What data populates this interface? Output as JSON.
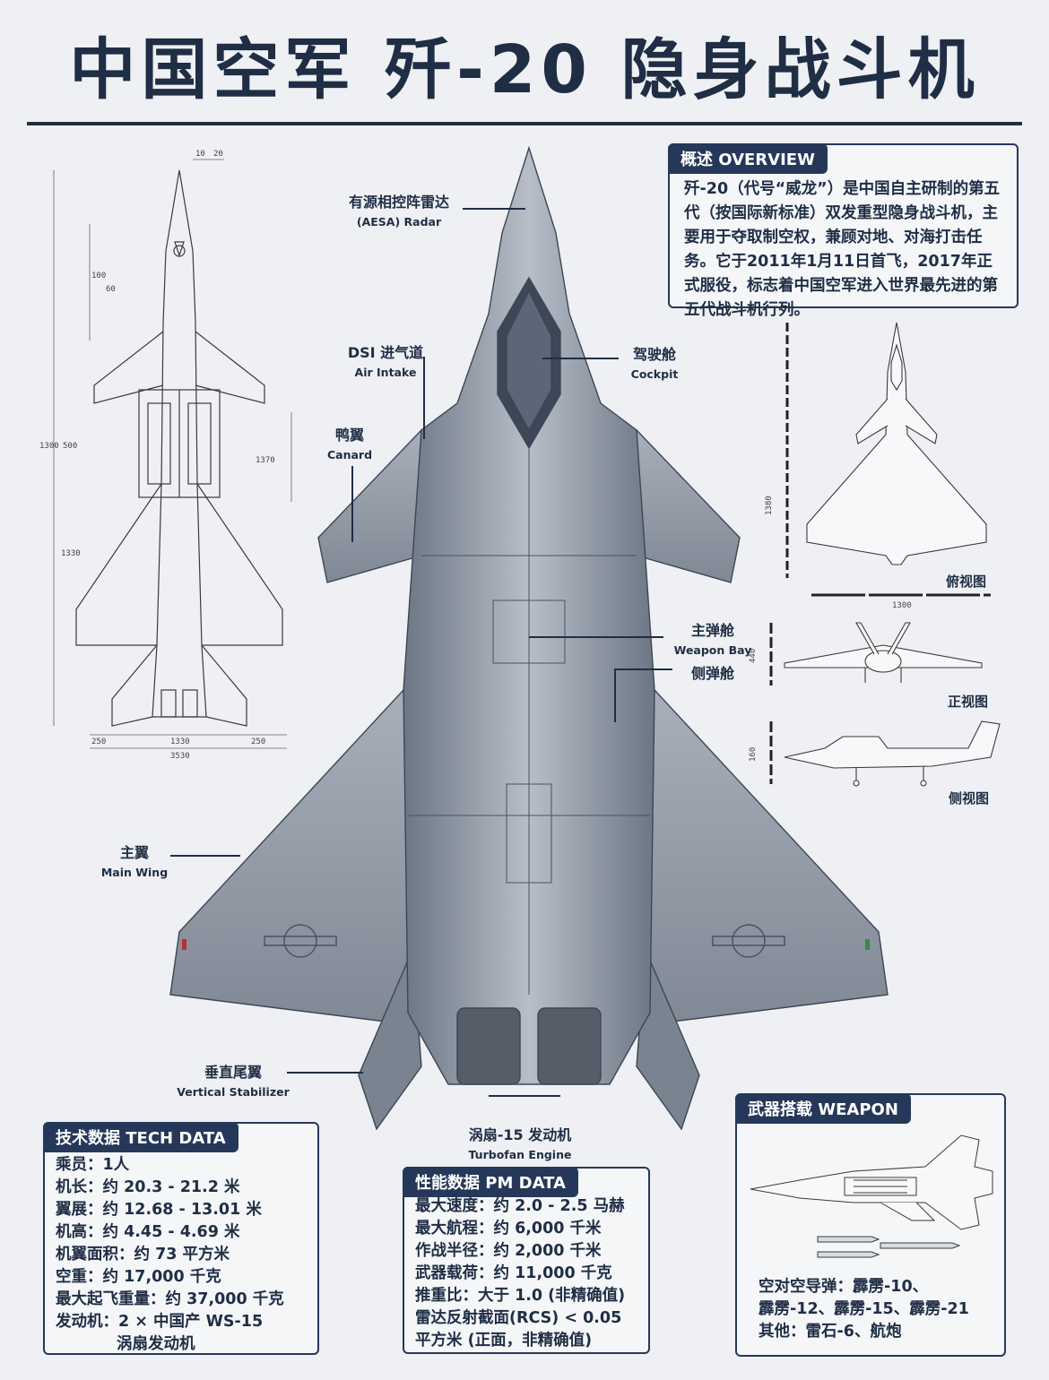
{
  "title": "中国空军 歼-20 隐身战斗机",
  "overview": {
    "header": "概述 OVERVIEW",
    "text": "歼-20（代号“威龙”）是中国自主研制的第五代（按国际新标准）双发重型隐身战斗机，主要用于夺取制空权，兼顾对地、对海打击任务。它于2011年1月11日首飞，2017年正式服役，标志着中国空军进入世界最先进的第五代战斗机行列。"
  },
  "callouts": {
    "radar": {
      "zh": "有源相控阵雷达",
      "en": "(AESA) Radar"
    },
    "intake": {
      "zh": "DSI 进气道",
      "en": "Air Intake"
    },
    "cockpit": {
      "zh": "驾驶舱",
      "en": "Cockpit"
    },
    "canard": {
      "zh": "鸭翼",
      "en": "Canard"
    },
    "weapon_bay": {
      "zh": "主弹舱",
      "en": "Weapon Bay"
    },
    "side_bay": {
      "zh": "侧弹舱"
    },
    "main_wing": {
      "zh": "主翼",
      "en": "Main Wing"
    },
    "stabilizer": {
      "zh": "垂直尾翼",
      "en": "Vertical Stabilizer"
    },
    "engine": {
      "zh": "涡扇-15 发动机",
      "en": "Turbofan Engine"
    }
  },
  "views": {
    "top": "俯视图",
    "front": "正视图",
    "side": "侧视图"
  },
  "blueprint_dims": {
    "nose": "10",
    "right_upper": "20",
    "left_upper": "100",
    "canard": "60",
    "total": "1300",
    "mid": "500",
    "right_mid": "1370",
    "lower": "1330",
    "bottom_left": "250",
    "bottom_mid": "1330",
    "bottom_right": "250",
    "span": "3530"
  },
  "small_view_dims": {
    "top_view_length": "1380",
    "top_view_span": "1300",
    "front_height": "440",
    "side_height": "160"
  },
  "tech_data": {
    "header": "技术数据 TECH DATA",
    "rows": [
      "乘员：1人",
      "机长：约 20.3 - 21.2 米",
      "翼展：约 12.68 - 13.01 米",
      "机高：约 4.45 - 4.69 米",
      "机翼面积：约 73 平方米",
      "空重：约 17,000 千克",
      "最大起飞重量：约 37,000 千克",
      "发动机：2 × 中国产 WS-15",
      "涡扇发动机"
    ]
  },
  "pm_data": {
    "header": "性能数据 PM DATA",
    "rows": [
      "最大速度：约 2.0 - 2.5 马赫",
      "最大航程：约 6,000 千米",
      "作战半径：约 2,000 千米",
      "武器载荷：约 11,000 千克",
      "推重比：大于 1.0 (非精确值)",
      "雷达反射截面(RCS) < 0.05",
      "平方米 (正面，非精确值)"
    ]
  },
  "weapon": {
    "header": "武器搭载 WEAPON",
    "rows": [
      "空对空导弹：霹雳-10、",
      "霹雳-12、霹雳-15、霹雳-21",
      "其他：雷石-6、航炮"
    ]
  },
  "colors": {
    "navy": "#26385a",
    "fuselage": "#8d96a2",
    "background": "#eef0f3"
  }
}
